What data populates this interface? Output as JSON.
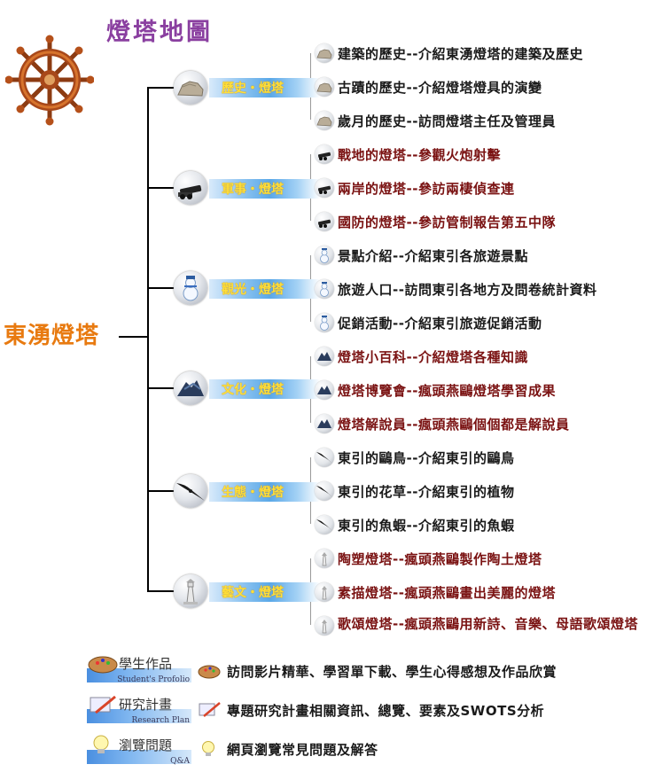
{
  "header": {
    "site_title": "燈塔地圖",
    "root_label": "東湧燈塔"
  },
  "categories": [
    {
      "label": "歷史・燈塔",
      "icon": "rock-icon"
    },
    {
      "label": "軍事・燈塔",
      "icon": "cannon-icon"
    },
    {
      "label": "觀光・燈塔",
      "icon": "snowman-icon"
    },
    {
      "label": "文化・燈塔",
      "icon": "seabird-icon"
    },
    {
      "label": "生態・燈塔",
      "icon": "gull-icon"
    },
    {
      "label": "藝文・燈塔",
      "icon": "lighthouse-icon"
    }
  ],
  "items": [
    {
      "text": "建築的歷史--介紹東湧燈塔的建築及歷史"
    },
    {
      "text": "古蹟的歷史--介紹燈塔燈具的演變"
    },
    {
      "text": "歲月的歷史--訪問燈塔主任及管理員"
    },
    {
      "text": "戰地的燈塔--參觀火炮射擊"
    },
    {
      "text": "兩岸的燈塔--參訪兩棲偵查連"
    },
    {
      "text": "國防的燈塔--參訪管制報告第五中隊"
    },
    {
      "text": "景點介紹--介紹東引各旅遊景點"
    },
    {
      "text": "旅遊人口--訪問東引各地方及問卷統計資料"
    },
    {
      "text": "促銷活動--介紹東引旅遊促銷活動"
    },
    {
      "text": "燈塔小百科--介紹燈塔各種知識"
    },
    {
      "text": "燈塔博覽會--瘋頭燕鷗燈塔學習成果"
    },
    {
      "text": "燈塔解說員--瘋頭燕鷗個個都是解說員"
    },
    {
      "text": "東引的鷗鳥--介紹東引的鷗鳥"
    },
    {
      "text": "東引的花草--介紹東引的植物"
    },
    {
      "text": "東引的魚蝦--介紹東引的魚蝦"
    },
    {
      "text": "陶塑燈塔--瘋頭燕鷗製作陶土燈塔"
    },
    {
      "text": "素描燈塔--瘋頭燕鷗畫出美麗的燈塔"
    },
    {
      "text": "歌頌燈塔--瘋頭燕鷗用新詩、音樂、母語歌頌燈塔"
    }
  ],
  "bottom_links": [
    {
      "title": "學生作品",
      "subtitle": "Student's Profolio",
      "text": "訪問影片精華、學習單下載、學生心得感想及作品欣賞"
    },
    {
      "title": "研究計畫",
      "subtitle": "Research Plan",
      "text": "專題研究計畫相關資訊、總覽、要素及SWOTS分析"
    },
    {
      "title": "瀏覽問題",
      "subtitle": "Q&A",
      "text": "網頁瀏覽常見問題及解答"
    }
  ],
  "colors": {
    "title": "#8a3fa0",
    "root": "#e87a10",
    "category_label": "#ffdf3a",
    "item_dark": "#1a1a1a",
    "item_red": "#7a1212"
  }
}
